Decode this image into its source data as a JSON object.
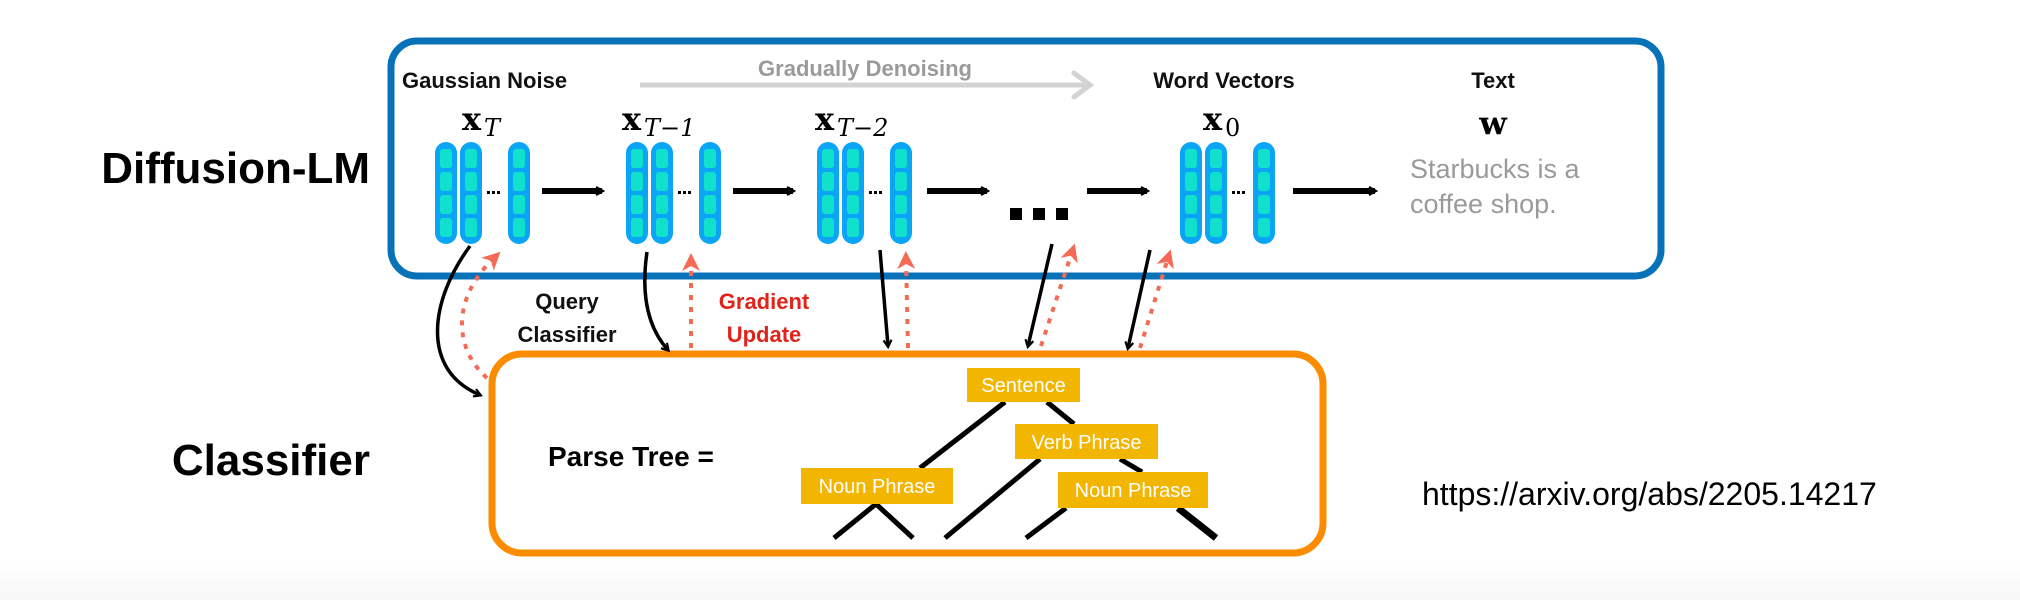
{
  "left_labels": {
    "diffusion_lm": "Diffusion-LM",
    "classifier": "Classifier"
  },
  "diffusion_box": {
    "gaussian_noise_label": "Gaussian Noise",
    "gradually_denoising_label": "Gradually Denoising",
    "word_vectors_label": "Word Vectors",
    "text_label": "Text",
    "steps": [
      {
        "var": "x",
        "sub": "T"
      },
      {
        "var": "x",
        "sub": "T−1"
      },
      {
        "var": "x",
        "sub": "T−2"
      },
      {
        "var": "x",
        "sub": "0"
      }
    ],
    "ellipsis": "...",
    "text_var": "w",
    "output_text_lines": [
      "Starbucks is a",
      "coffee shop."
    ]
  },
  "connectors": {
    "query_label_lines": [
      "Query",
      "Classifier"
    ],
    "gradient_label_lines": [
      "Gradient",
      "Update"
    ]
  },
  "classifier_box": {
    "parse_tree_label": "Parse Tree =",
    "nodes": {
      "sentence": "Sentence",
      "verb_phrase": "Verb Phrase",
      "noun_phrase_left": "Noun Phrase",
      "noun_phrase_right": "Noun Phrase"
    }
  },
  "citation_url": "https://arxiv.org/abs/2205.14217",
  "colors": {
    "diffusion_border": "#0872b8",
    "classifier_border": "#fb8c00",
    "vector_outer": "#0aa5f5",
    "vector_cell": "#11e0cc",
    "gradient_arrow": "#f56a55",
    "gradient_text": "#e0241b",
    "tree_node": "#f2b600",
    "grey_text": "#9a9a9a"
  }
}
